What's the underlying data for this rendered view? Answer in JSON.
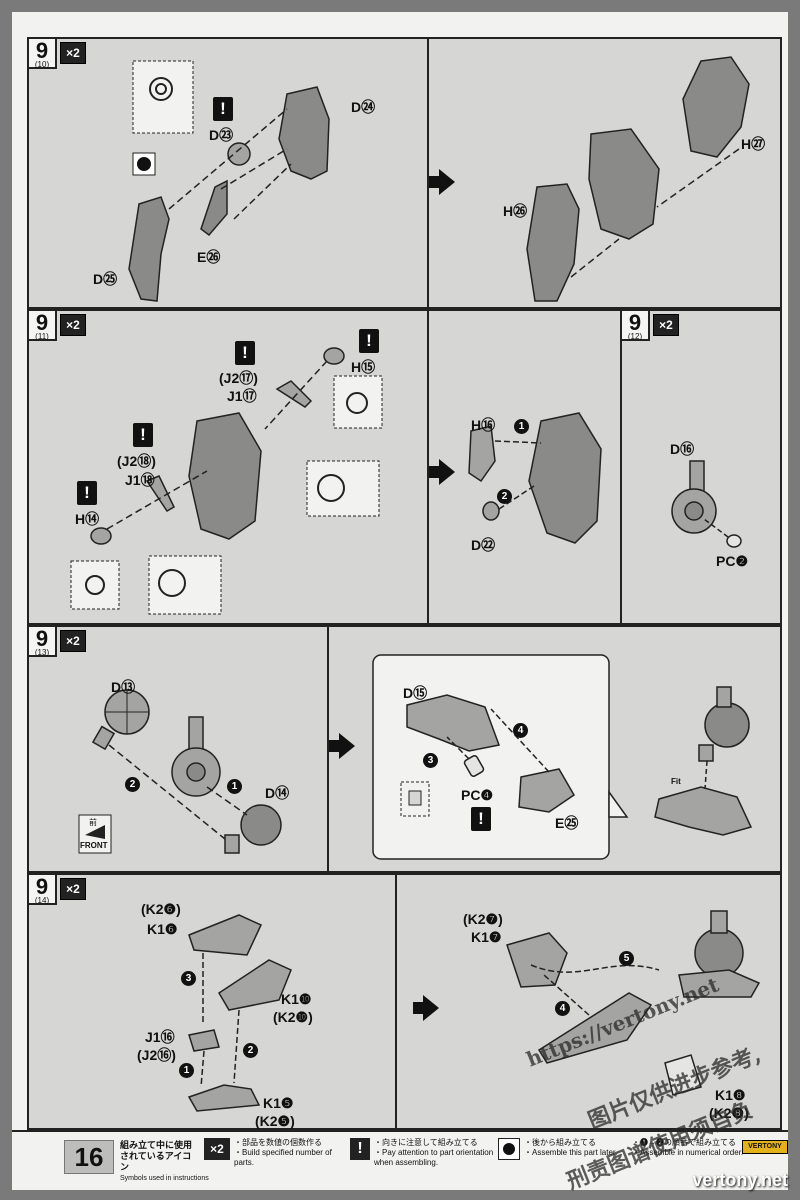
{
  "steps": [
    {
      "num": "9",
      "sub": "(10)",
      "mult": "×2"
    },
    {
      "num": "9",
      "sub": "(11)",
      "mult": "×2"
    },
    {
      "num": "9",
      "sub": "(12)",
      "mult": "×2"
    },
    {
      "num": "9",
      "sub": "(13)",
      "mult": "×2"
    },
    {
      "num": "9",
      "sub": "(14)",
      "mult": "×2"
    }
  ],
  "parts": {
    "s10": {
      "d24": "D㉔",
      "d23": "D㉓",
      "e26": "E㉖",
      "d25": "D㉕",
      "h27": "H㉗",
      "h26": "H㉖"
    },
    "s11": {
      "h15": "H⑮",
      "j2_17": "(J2⑰)",
      "j1_17": "J1⑰",
      "j2_18": "(J2⑱)",
      "j1_18": "J1⑱",
      "h14": "H⑭",
      "h16": "H⑯",
      "d22": "D㉒"
    },
    "s12": {
      "d16": "D⑯",
      "pc2": "PC❷"
    },
    "s13": {
      "d13": "D⑬",
      "d14": "D⑭",
      "d15": "D⑮",
      "pc4": "PC❹",
      "e25": "E㉕",
      "front_jp": "前",
      "front_en": "FRONT",
      "fit": "Fit"
    },
    "s14": {
      "k2_6": "(K2❻)",
      "k1_6": "K1❻",
      "k1_10": "K1❿",
      "k2_10": "(K2❿)",
      "j1_16": "J1⑯",
      "j2_16": "(J2⑯)",
      "k1_5": "K1❺",
      "k2_5": "(K2❺)",
      "k2_7": "(K2❼)",
      "k1_7": "K1❼",
      "k1_8": "K1❽",
      "k2_8": "(K2❽)"
    }
  },
  "step_numbers": {
    "one": "1",
    "two": "2",
    "three": "3",
    "four": "4",
    "five": "5"
  },
  "warn_symbol": "!",
  "footer": {
    "page": "16",
    "title_jp": "組み立て中に使用されているアイコン",
    "title_en": "Symbols used in instructions",
    "x2": "×2",
    "x2_jp": "・部品を数値の個数作る",
    "x2_en": "・Build specified number of parts.",
    "warn": "!",
    "warn_jp": "・向きに注意して組み立てる",
    "warn_en": "・Pay attention to part orientation when assembling.",
    "back_jp": "・後から組み立てる",
    "back_en": "・Assemble this part later.",
    "order_jp": "・❶→❷の順番で組み立てる",
    "order_en": "・Assemble in numerical order."
  },
  "watermark": {
    "url": "https://vertony.net",
    "line1": "图片仅供进步参考,",
    "line2": "刑责图谱使用须自负",
    "brand": "vertony.net",
    "brand_small": "VERTONY"
  },
  "colors": {
    "panel": "#d6d6d4",
    "part_fill": "#8a8a88",
    "border": "#222222",
    "page": "#f2f2f0"
  }
}
